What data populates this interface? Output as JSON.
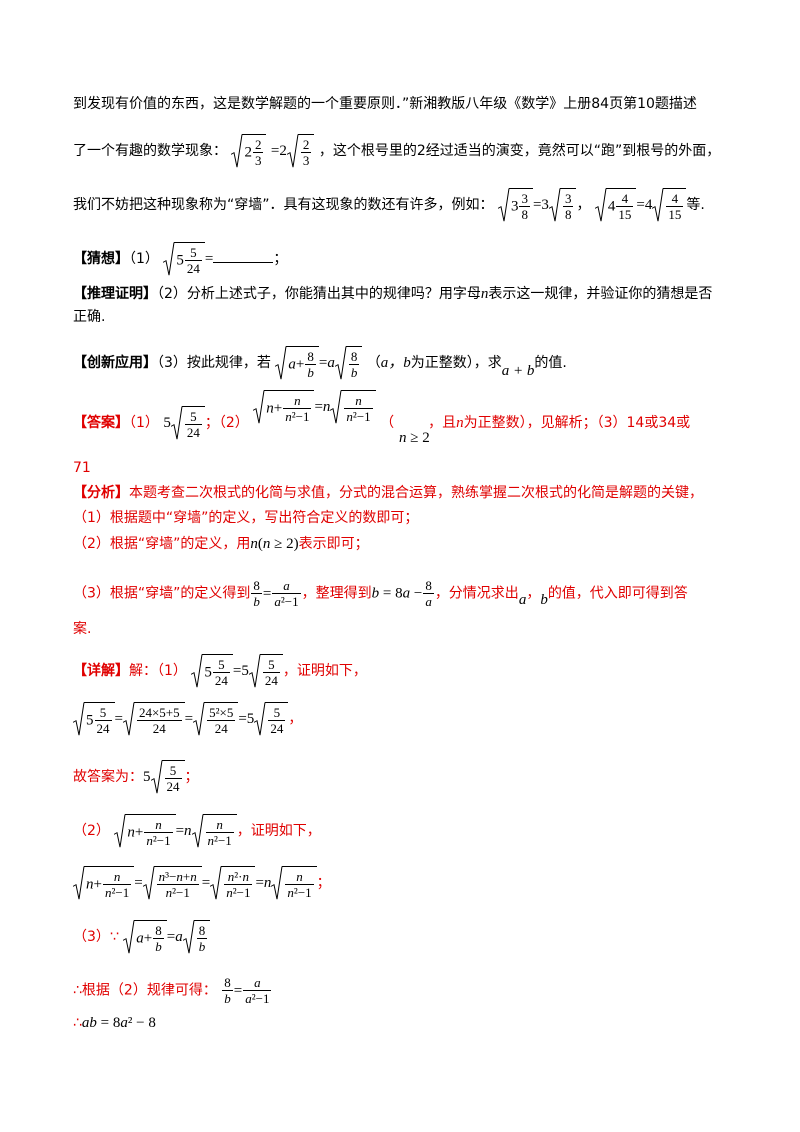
{
  "intro": {
    "line1": "到发现有价值的东西，这是数学解题的一个重要原则．”新湘教版八年级《数学》上册84页第10题描述",
    "line2_a": "了一个有趣的数学现象：",
    "line2_b": "，这个根号里的2经过适当的演变，竟然可以“跑”到根号的外面，",
    "line3_a": "我们不妨把这种现象称为“穿墙”．具有这现象的数还有许多，例如：",
    "line3_b": "，",
    "line3_c": "等."
  },
  "q1": {
    "tag": "【猜想】",
    "text": "（1）"
  },
  "q2": {
    "tag": "【推理证明】",
    "text": "（2）分析上述式子，你能猜出其中的规律吗？用字母",
    "var": "n",
    "text2": "表示这一规律，并验证你的猜想是否",
    "text3": "正确."
  },
  "q3": {
    "tag": "【创新应用】",
    "text": "（3）按此规律，若",
    "text2": "（",
    "ab": "a，b",
    "text3": "为正整数），求",
    "text4": "的值."
  },
  "answer": {
    "tag": "【答案】",
    "p1": "（1）",
    "p2": "；（2）",
    "p3": "（",
    "p4": "，且",
    "p5": "为正整数），见解析；（3）14或34或",
    "p6": "71"
  },
  "analysis": {
    "tag": "【分析】",
    "l1": "本题考查二次根式的化简与求值，分式的混合运算，熟练掌握二次根式的化简是解题的关键，",
    "l2": "（1）根据题中“穿墙”的定义，写出符合定义的数即可；",
    "l3a": "（2）根据“穿墙”的定义，用",
    "l3b": "表示即可；",
    "l4a": "（3）根据“穿墙”的定义得到",
    "l4b": "，整理得到",
    "l4c": "，分情况求出",
    "l4d": "，",
    "l4e": "的值，代入即可得到答",
    "l5": "案."
  },
  "detail": {
    "tag": "【详解】",
    "l1a": "解：（1）",
    "l1b": "，证明如下，",
    "l2end": "，",
    "l3": "故答案为：",
    "l3end": "；",
    "l4a": "（2）",
    "l4b": "，证明如下，",
    "l5end": "；",
    "l6a": "（3）∵",
    "l7a": "∴根据（2）规律可得：",
    "l8a": "∴"
  },
  "colors": {
    "answer_red": "#e00000",
    "text": "#000000"
  }
}
